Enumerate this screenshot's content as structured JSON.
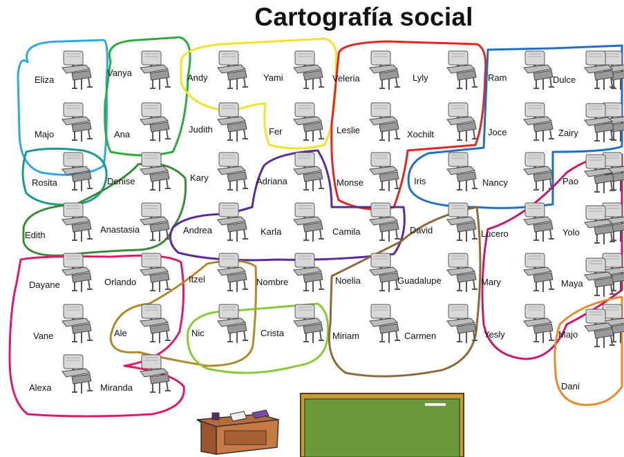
{
  "title": "Cartografía social",
  "seats": [
    {
      "name": "Eliza"
    },
    {
      "name": "Majo"
    },
    {
      "name": "Rosita"
    },
    {
      "name": "Edith"
    },
    {
      "name": "Dayane"
    },
    {
      "name": "Vane"
    },
    {
      "name": "Alexa"
    },
    {
      "name": "Vanya"
    },
    {
      "name": "Ana"
    },
    {
      "name": "Denise"
    },
    {
      "name": "Anastasia"
    },
    {
      "name": "Orlando"
    },
    {
      "name": "Ale"
    },
    {
      "name": "Miranda"
    },
    {
      "name": "Andy"
    },
    {
      "name": "Judith"
    },
    {
      "name": "Kary"
    },
    {
      "name": "Andrea"
    },
    {
      "name": "Itzel"
    },
    {
      "name": "Nic"
    },
    {
      "name": "Yami"
    },
    {
      "name": "Fer"
    },
    {
      "name": "Adriana"
    },
    {
      "name": "Karla"
    },
    {
      "name": "Nombre"
    },
    {
      "name": "Crista"
    },
    {
      "name": "Veleria"
    },
    {
      "name": "Leslie"
    },
    {
      "name": "Monse"
    },
    {
      "name": "Camila"
    },
    {
      "name": "Noelia"
    },
    {
      "name": "Miriam"
    },
    {
      "name": "Lyly"
    },
    {
      "name": "Xochilt"
    },
    {
      "name": "Iris"
    },
    {
      "name": "David"
    },
    {
      "name": "Guadalupe"
    },
    {
      "name": "Carmen"
    },
    {
      "name": "Ram"
    },
    {
      "name": "Joce"
    },
    {
      "name": "Nancy"
    },
    {
      "name": "Lucero"
    },
    {
      "name": "Mary"
    },
    {
      "name": "Yesly"
    },
    {
      "name": "Dulce"
    },
    {
      "name": "Zairy"
    },
    {
      "name": "Pao"
    },
    {
      "name": "Yolo"
    },
    {
      "name": "Maya"
    },
    {
      "name": "Majo"
    },
    {
      "name": "Dani"
    }
  ],
  "group_colors": {
    "blue_light": "#2fa8e0",
    "green": "#2eaa3a",
    "yellow": "#f2e22a",
    "red": "#e52420",
    "blue": "#1f6fc8",
    "teal": "#1a9a8a",
    "green_dark": "#3a8a3a",
    "purple": "#5a2a9a",
    "magenta": "#c8186e",
    "pink": "#e0186a",
    "olive": "#b08a2a",
    "lime": "#8ac83a",
    "brown": "#8a6a3a",
    "orange": "#e88a2a"
  },
  "icons": [
    "school-desk-icon",
    "teacher-desk-icon",
    "chalkboard-icon"
  ]
}
